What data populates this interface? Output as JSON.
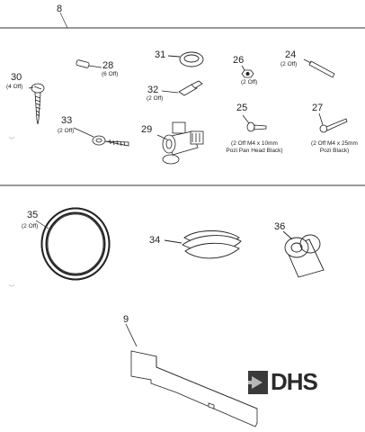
{
  "sheet": {
    "title_number": "8"
  },
  "parts": {
    "p30": {
      "num": "30",
      "qty": "(4 Off)"
    },
    "p28": {
      "num": "28",
      "qty": "(6 Off)"
    },
    "p31": {
      "num": "31"
    },
    "p26": {
      "num": "26",
      "qty": "(2 Off)"
    },
    "p24": {
      "num": "24",
      "qty": "(2 Off)"
    },
    "p32": {
      "num": "32",
      "qty": "(2 Off)"
    },
    "p33": {
      "num": "33",
      "qty": "(2 Off)"
    },
    "p29": {
      "num": "29"
    },
    "p25": {
      "num": "25",
      "desc1": "(2 Off M4 x 10mm",
      "desc2": "Pozi Pan Head Black)"
    },
    "p27": {
      "num": "27",
      "desc1": "(2 Off M4 x 25mm",
      "desc2": "Pozi Black)"
    },
    "p35": {
      "num": "35",
      "qty": "(2 Off)"
    },
    "p34": {
      "num": "34"
    },
    "p36": {
      "num": "36"
    },
    "p9": {
      "num": "9"
    }
  },
  "logo": {
    "text": "DHS"
  }
}
